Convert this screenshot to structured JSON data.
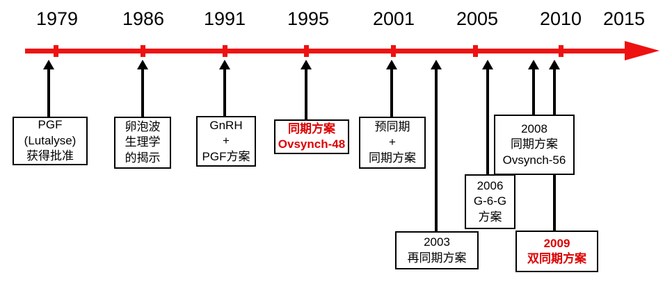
{
  "diagram": {
    "type": "timeline",
    "colors": {
      "axis": "#ee1111",
      "highlight": "#dd0000",
      "text": "#000000"
    },
    "years": [
      "1979",
      "1986",
      "1991",
      "1995",
      "2001",
      "2005",
      "2010",
      "2015"
    ],
    "events": [
      {
        "lines": [
          "PGF",
          "(Lutalyse)",
          "获得批准"
        ],
        "highlighted": false
      },
      {
        "lines": [
          "卵泡波",
          "生理学",
          "的揭示"
        ],
        "highlighted": false
      },
      {
        "lines": [
          "GnRH",
          "+",
          "PGF方案"
        ],
        "highlighted": false
      },
      {
        "lines": [
          "同期方案",
          "Ovsynch-48"
        ],
        "highlighted": true
      },
      {
        "lines": [
          "预同期",
          "+",
          "同期方案"
        ],
        "highlighted": false
      },
      {
        "lines": [
          "2003",
          "再同期方案"
        ],
        "highlighted": false
      },
      {
        "lines": [
          "2006",
          "G-6-G",
          "方案"
        ],
        "highlighted": false
      },
      {
        "lines": [
          "2008",
          "同期方案",
          "Ovsynch-56"
        ],
        "highlighted": false
      },
      {
        "lines": [
          "2009",
          "双同期方案"
        ],
        "highlighted": true
      }
    ]
  }
}
